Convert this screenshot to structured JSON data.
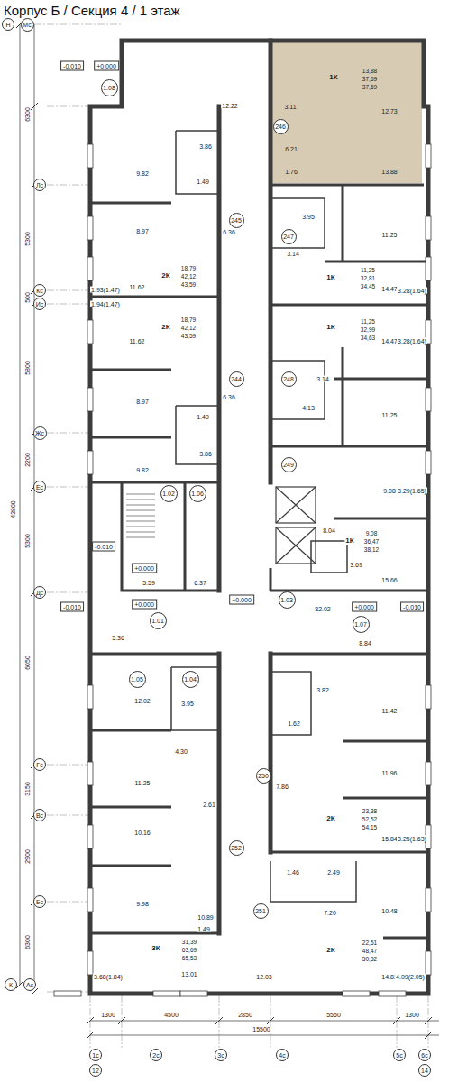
{
  "diagram": {
    "title": "Корпус Б / Секция 4 / 1 этаж",
    "nodes": [
      {
        "text": [
          "Н"
        ]
      },
      {
        "text": [
          "Мс"
        ]
      },
      {
        "text": [
          "1.08"
        ]
      },
      {
        "text": [
          "246"
        ]
      },
      {
        "text": [
          "Лс"
        ]
      },
      {
        "text": [
          "245"
        ]
      },
      {
        "text": [
          "247"
        ]
      },
      {
        "text": [
          "Кс"
        ]
      },
      {
        "text": [
          "Ис"
        ]
      },
      {
        "text": [
          "244"
        ]
      },
      {
        "text": [
          "248"
        ]
      },
      {
        "text": [
          "Жс"
        ]
      },
      {
        "text": [
          "249"
        ]
      },
      {
        "text": [
          "Ес"
        ]
      },
      {
        "text": [
          "1.02"
        ]
      },
      {
        "text": [
          "1.06"
        ]
      },
      {
        "text": [
          "Дс"
        ]
      },
      {
        "text": [
          "1.03"
        ]
      },
      {
        "text": [
          "1.01"
        ]
      },
      {
        "text": [
          "1.07"
        ]
      },
      {
        "text": [
          "1.05"
        ]
      },
      {
        "text": [
          "1.04"
        ]
      },
      {
        "text": [
          "Гс"
        ]
      },
      {
        "text": [
          "250"
        ]
      },
      {
        "text": [
          "Вс"
        ]
      },
      {
        "text": [
          "252"
        ]
      },
      {
        "text": [
          "Бс"
        ]
      },
      {
        "text": [
          "251"
        ]
      },
      {
        "text": [
          "К"
        ]
      },
      {
        "text": [
          "Ас"
        ]
      },
      {
        "text": [
          "1с"
        ]
      },
      {
        "text": [
          "2с"
        ]
      },
      {
        "text": [
          "3с"
        ]
      },
      {
        "text": [
          "4с"
        ]
      },
      {
        "text": [
          "5с"
        ]
      },
      {
        "text": [
          "6с"
        ]
      },
      {
        "text": [
          "12"
        ]
      },
      {
        "text": [
          "14"
        ]
      }
    ],
    "labels": [
      "6300",
      "5300",
      "500",
      "5800",
      "2200",
      "43800",
      "5300",
      "6050",
      "3150",
      "2900",
      "6300",
      "1300",
      "4500",
      "2850",
      "5550",
      "1300",
      "15500",
      "-0.010",
      "+0.000",
      "12.22",
      "1К",
      "13,88",
      "37,69",
      "37,69",
      "3.11",
      "12.73",
      "6.21",
      "13.88",
      "1.76",
      "3.86",
      "9.82",
      "1.49",
      "3.95",
      "8.97",
      "6.36",
      "11.25",
      "3.14",
      "2К",
      "18,79",
      "42,12",
      "43,59",
      "1К",
      "11,25",
      "32,81",
      "34,45",
      "1.93(1.47)",
      "11.62",
      "14.47",
      "3.28(1.64)",
      "1.94(1.47)",
      "2К",
      "18,79",
      "42,12",
      "43,59",
      "1К",
      "11,25",
      "32,99",
      "34,63",
      "11.62",
      "14.47",
      "3.28(1.64)",
      "3.14",
      "6.36",
      "8.97",
      "4.13",
      "11.25",
      "1.49",
      "3.86",
      "9.82",
      "9.08",
      "3.29(1.65)",
      "8.04",
      "-0.010",
      "1К",
      "9,08",
      "36,47",
      "38,12",
      "3.69",
      "15.66",
      "+0.000",
      "5.59",
      "6.37",
      "-0.010",
      "+0.000",
      "+0.000",
      "82.02",
      "+0.000",
      "-0.010",
      "5.36",
      "8.84",
      "3.82",
      "12.02",
      "3.95",
      "11.42",
      "1.62",
      "4.30",
      "11.96",
      "11.25",
      "7.86",
      "2.61",
      "2К",
      "23,38",
      "52,52",
      "54,15",
      "10.16",
      "15.84",
      "3.25(1.63)",
      "1.46",
      "2.49",
      "9.98",
      "7.20",
      "10.48",
      "10.89",
      "1.49",
      "3К",
      "31,39",
      "63,69",
      "65,53",
      "2К",
      "22,51",
      "48,47",
      "50,52",
      "3.68(1.84)",
      "13.01",
      "12.03",
      "14.81",
      "4.09(2.05)"
    ]
  }
}
